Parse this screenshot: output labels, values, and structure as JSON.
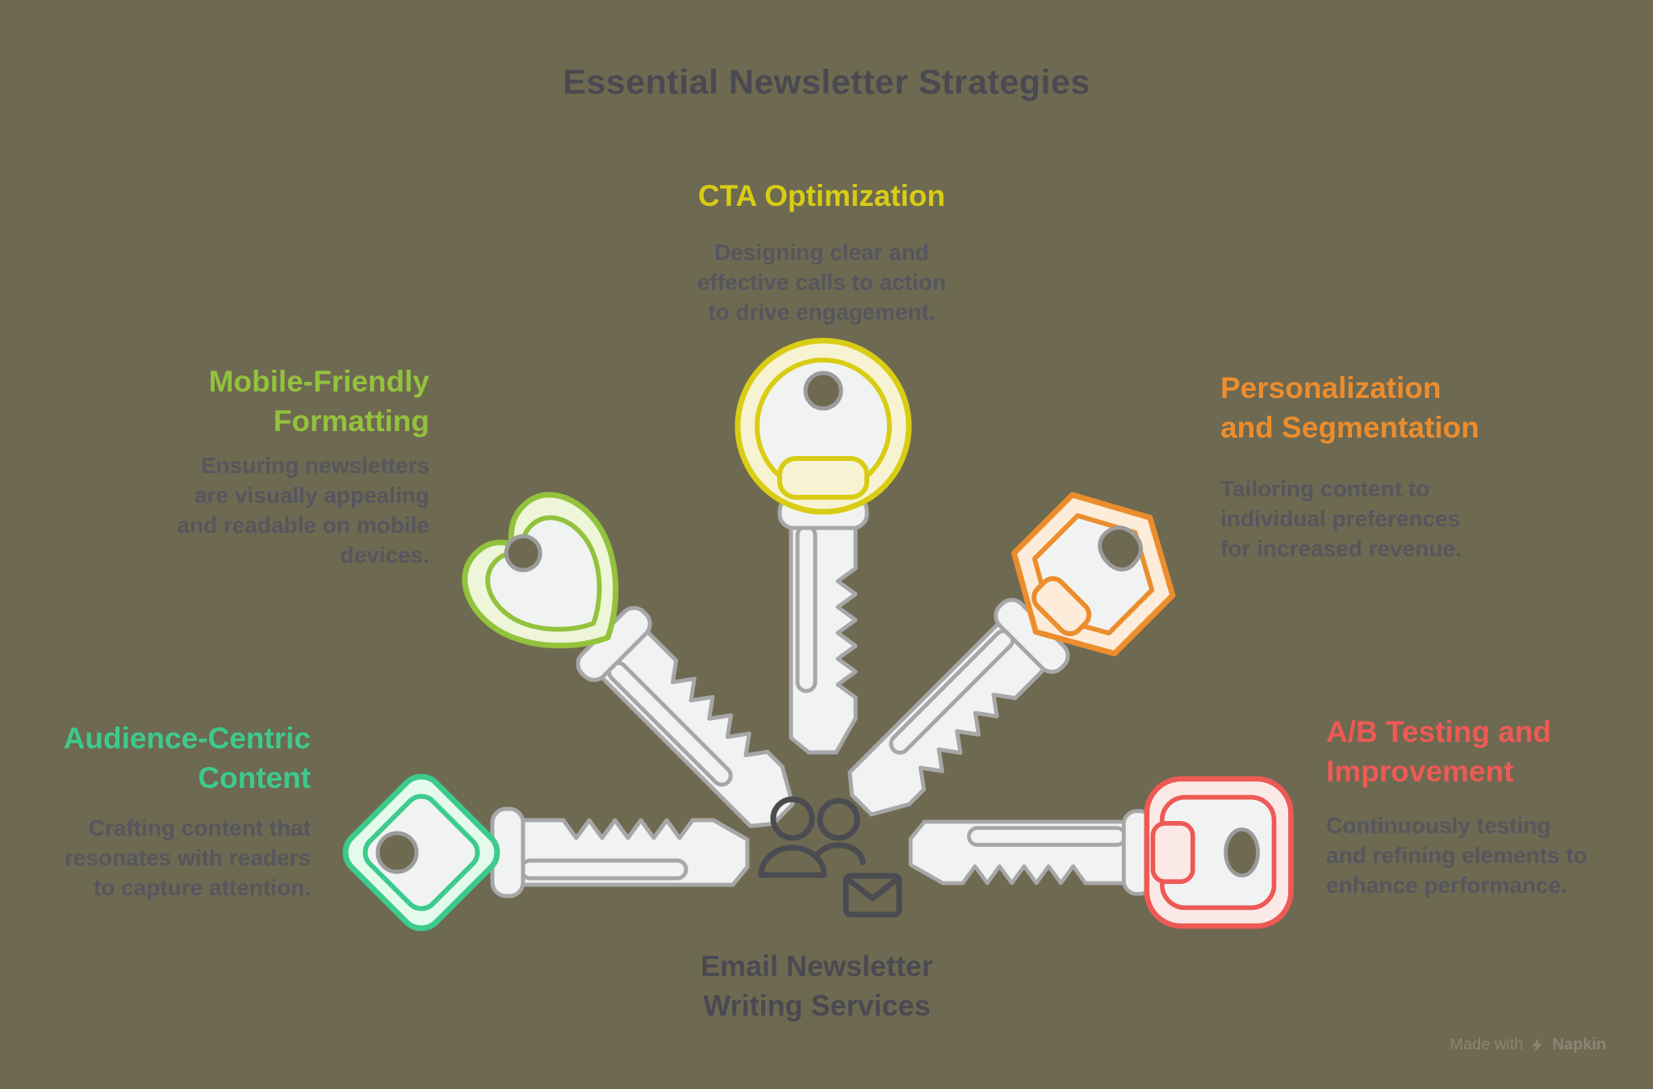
{
  "title": "Essential Newsletter Strategies",
  "strategies": [
    {
      "id": "cta-optimization",
      "title_lines": [
        "CTA Optimization"
      ],
      "desc_lines": [
        "Designing clear and",
        "effective calls to action",
        "to drive engagement."
      ],
      "color": "#d9cc14",
      "pale_color": "#f7f3d2",
      "key_head_shape": "circle"
    },
    {
      "id": "mobile-friendly-formatting",
      "title_lines": [
        "Mobile-Friendly",
        "Formatting"
      ],
      "desc_lines": [
        "Ensuring newsletters",
        "are visually appealing",
        "and readable on mobile",
        "devices."
      ],
      "color": "#93c23d",
      "pale_color": "#eef5d8",
      "key_head_shape": "heart"
    },
    {
      "id": "personalization-and-segmentation",
      "title_lines": [
        "Personalization",
        "and Segmentation"
      ],
      "desc_lines": [
        "Tailoring content to",
        "individual preferences",
        "for increased revenue."
      ],
      "color": "#ec8d2d",
      "pale_color": "#fdecd9",
      "key_head_shape": "hexagon"
    },
    {
      "id": "audience-centric-content",
      "title_lines": [
        "Audience-Centric",
        "Content"
      ],
      "desc_lines": [
        "Crafting content that",
        "resonates with readers",
        "to capture attention."
      ],
      "color": "#3ccb8c",
      "pale_color": "#e4faec",
      "key_head_shape": "diamond"
    },
    {
      "id": "ab-testing-and-improvement",
      "title_lines": [
        "A/B Testing and",
        "Improvement"
      ],
      "desc_lines": [
        "Continuously testing",
        "and refining elements to",
        "enhance performance."
      ],
      "color": "#ed5a55",
      "pale_color": "#fbe9e7",
      "key_head_shape": "rounded-square"
    }
  ],
  "center": {
    "icon": "people-email-icon",
    "label_lines": [
      "Email Newsletter",
      "Writing Services"
    ]
  },
  "watermark": {
    "prefix": "Made with",
    "logo": "napkin-logo",
    "brand": "Napkin"
  },
  "colors": {
    "background": "#6e6951",
    "heading": "#494a51",
    "body_text": "#55565e",
    "blade_fill": "#f1f3f2",
    "blade_stroke": "#a7a7a7",
    "hole_stroke": "#9b9b9b",
    "icon_stroke": "#4a4c52",
    "watermark": "#8f8c7a"
  }
}
